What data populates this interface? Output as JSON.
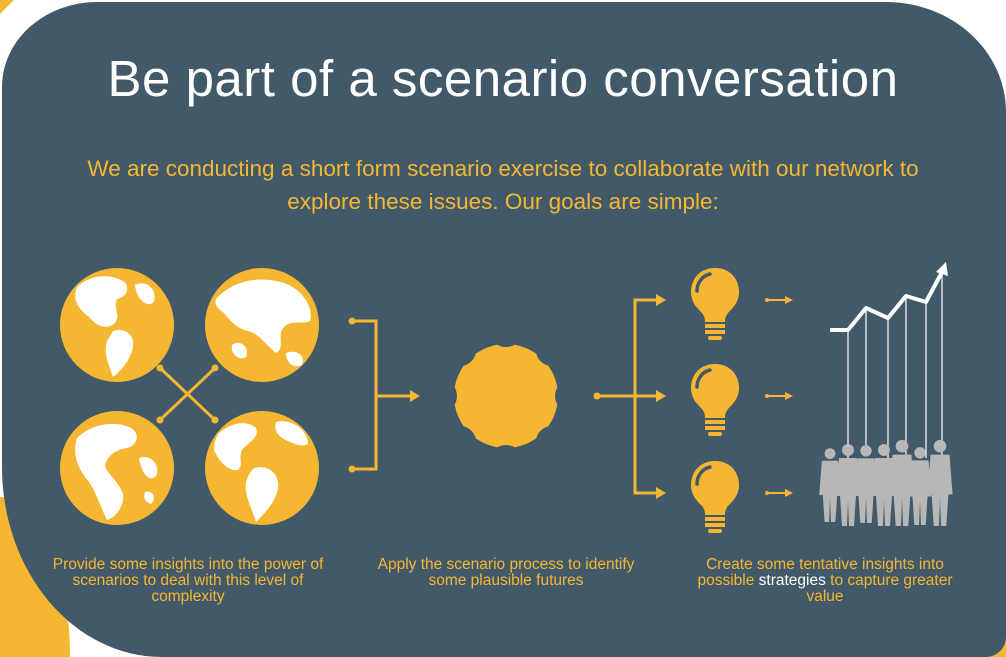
{
  "title": "Be part of a scenario conversation",
  "subtitle": "We are conducting a short form scenario exercise to collaborate with our network to explore these issues. Our goals are simple:",
  "captions": [
    {
      "text": "Provide some insights into the power of scenarios to deal with this level of complexity"
    },
    {
      "text": "Apply the scenario process to identify some plausible futures"
    },
    {
      "text_before": "Create some tentative insights into possible ",
      "highlight": "strategies",
      "text_after": " to capture greater value"
    }
  ],
  "colors": {
    "background": "#42596a",
    "accent": "#f5b731",
    "text": "#ffffff",
    "silhouette": "#b7b7b7"
  },
  "icons": [
    "globe-icon",
    "globe-icon",
    "globe-icon",
    "globe-icon",
    "gear-icon",
    "lightbulb-icon",
    "lightbulb-icon",
    "lightbulb-icon",
    "growth-chart-icon",
    "people-silhouettes-icon"
  ]
}
